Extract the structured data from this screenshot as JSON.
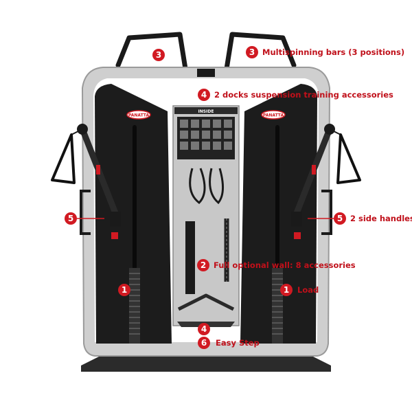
{
  "brand": "PANATTA",
  "panel_header": "INSIDE",
  "colors": {
    "accent": "#d11a22",
    "label_text": "#c0101a",
    "frame": "#bcbcbc",
    "pad": "#1a1a1a"
  },
  "callouts": [
    {
      "number": "3",
      "text": ""
    },
    {
      "number": "3",
      "text": "Multispinning bars (3 positions)"
    },
    {
      "number": "4",
      "text": "2 docks suspension training accessories"
    },
    {
      "number": "5",
      "text": ""
    },
    {
      "number": "5",
      "text": "2 side handles"
    },
    {
      "number": "2",
      "text": "Full optional wall: 8 accessories"
    },
    {
      "number": "1",
      "text": ""
    },
    {
      "number": "1",
      "text": "Load"
    },
    {
      "number": "4",
      "text": ""
    },
    {
      "number": "6",
      "text": "Easy Step"
    }
  ]
}
